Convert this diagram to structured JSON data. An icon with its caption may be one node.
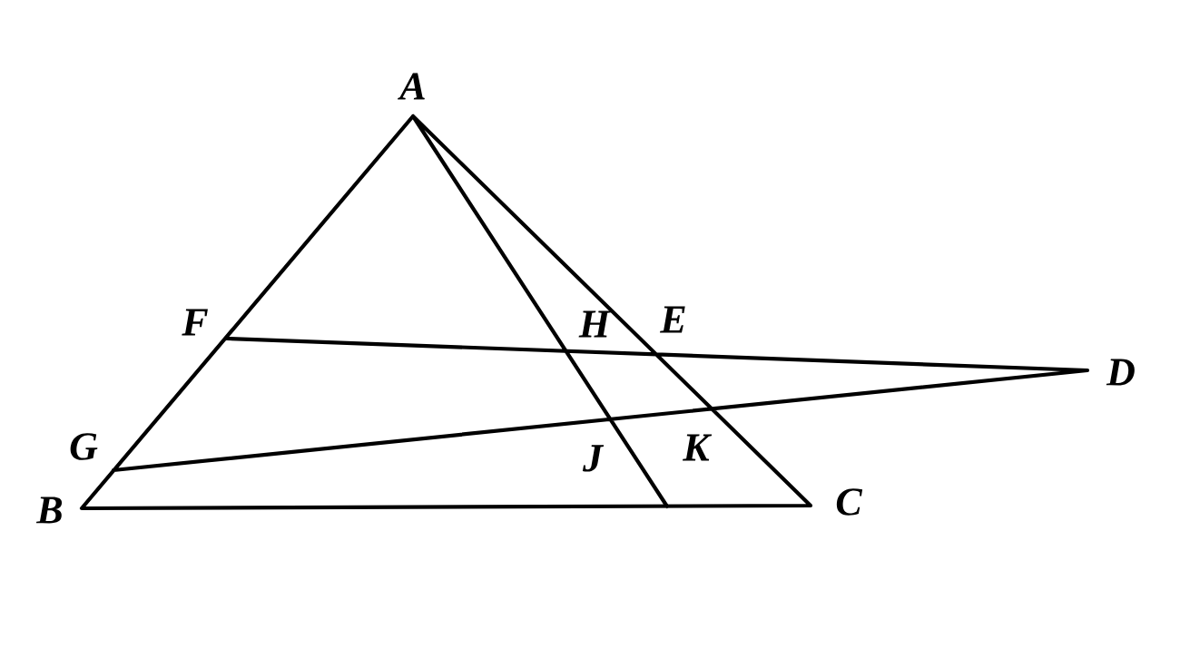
{
  "diagram": {
    "labels": [
      "A",
      "F",
      "H",
      "E",
      "D",
      "G",
      "J",
      "K",
      "B",
      "C"
    ]
  }
}
